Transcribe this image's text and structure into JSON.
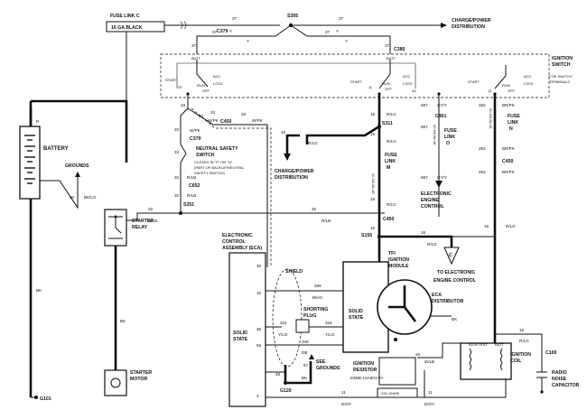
{
  "top": {
    "fuse_link_c": "FUSE LINK C",
    "fuse_gauge": "16 GA BLACK",
    "s305": "S305",
    "charge_power_top": "CHARGE/POWER",
    "distribution_top": "DISTRIBUTION",
    "wire_37": "37",
    "color_y": "Y",
    "c379": "C379",
    "c380": "C380",
    "batt": "BATT"
  },
  "ignition_switch": {
    "title1": "IGNITION",
    "title2": "SWITCH",
    "note1": "FOR SWITCH",
    "note2": "TERMINALS",
    "start": "START",
    "run": "RUN",
    "acc": "ACC",
    "lock": "LOCK",
    "off": "OFF",
    "st": "ST",
    "t11": "11",
    "a2": "A2",
    "t12": "12"
  },
  "left": {
    "r": "R",
    "battery": "BATTERY",
    "grounds": "GROUNDS",
    "w60": "60",
    "bk_lg": "BK/LG",
    "bk": "BK",
    "bk2": "BK",
    "starter_relay1": "STARTER",
    "starter_relay2": "RELAY",
    "starter_motor1": "STARTER",
    "starter_motor2": "MOTOR",
    "g101": "G101"
  },
  "nss": {
    "w33": "33",
    "w_pk": "W/PK",
    "c379": "C379",
    "c450": "C450",
    "title1": "NEUTRAL SAFETY",
    "title2": "SWITCH",
    "note1": "CLOSED IN \"P\" OR \"N\"",
    "note2": "(PART OF BACKUP/NEUTRAL",
    "note3": "SAFETY SWITCH)",
    "w32": "32",
    "r_lb": "R/LB",
    "c652": "C652",
    "s351": "S351"
  },
  "center": {
    "w16": "16",
    "r_lg": "R/LG",
    "s311": "S311",
    "charge_power": "CHARGE/POWER",
    "distribution": "DISTRIBUTION",
    "fuse_link": "FUSE",
    "fuse_link2": "LINK",
    "fuse_m": "M",
    "ga_blue": "20 GA BLUE",
    "c450": "C450",
    "s155": "S155",
    "w19": "19",
    "to_eec1": "TO ELECTRONIC",
    "to_eec2": "ENGINE CONTROL",
    "c_marker": "C"
  },
  "eec_branch": {
    "w687": "687",
    "gy_y": "GY/Y",
    "c461": "C461",
    "fuse_link": "FUSE",
    "fuse_link2": "LINK",
    "fuse_o": "O",
    "ga_blue": "20 GA BLUE",
    "label1": "ELECTRONIC",
    "label2": "ENGINE",
    "label3": "CONTROL"
  },
  "right_branch": {
    "w262": "262",
    "br_pk": "BR/PK",
    "fuse_link": "FUSE",
    "fuse_link2": "LINK",
    "fuse_n": "N",
    "ga_blue": "20 GA BLUE",
    "c450": "C450",
    "w16": "16",
    "r_lg": "R/LG"
  },
  "eca": {
    "title1": "ELECTRONIC",
    "title2": "CONTROL",
    "title3": "ASSEMBLY (ECA)",
    "solid1": "SOLID",
    "solid2": "STATE",
    "pin30": "30",
    "pin16": "16",
    "pin36": "36",
    "pin56": "56",
    "pin4": "4",
    "shield": "SHIELD",
    "w259": "259",
    "bk_o": "BK/O",
    "shorting1": "SHORTING",
    "shorting2": "PLUG",
    "w324": "324",
    "y_lg": "Y/LG",
    "w349": "349",
    "db": "DB",
    "w48": "48",
    "w57": "57",
    "bk": "BK",
    "see_grounds1": "SEE",
    "see_grounds2": "GROUNDS",
    "g120": "G120",
    "w11": "11",
    "dg_y": "DG/Y"
  },
  "tfi": {
    "title1": "TFI",
    "title2": "IGNITION",
    "title3": "MODULE",
    "solid1": "SOLID",
    "solid2": "STATE",
    "dist1": "ECA",
    "dist2": "DISTRIBUTOR",
    "bk": "BK",
    "resistor1": "IGNITION",
    "resistor2": "RESISTOR",
    "resistor3": "E9DB-14A601-FA",
    "ohms": "22K OHMS",
    "w_lb": "W/LB",
    "w26": "26",
    "w11": "11",
    "dg_y": "DG/Y"
  },
  "coil": {
    "title1": "IGNITION",
    "title2": "COIL",
    "tach": "TACH TEST",
    "batt": "BATT",
    "c100": "C100",
    "w16": "16",
    "r_lg": "R/LG",
    "cap1": "RADIO",
    "cap2": "NOISE",
    "cap3": "CAPACITOR"
  }
}
